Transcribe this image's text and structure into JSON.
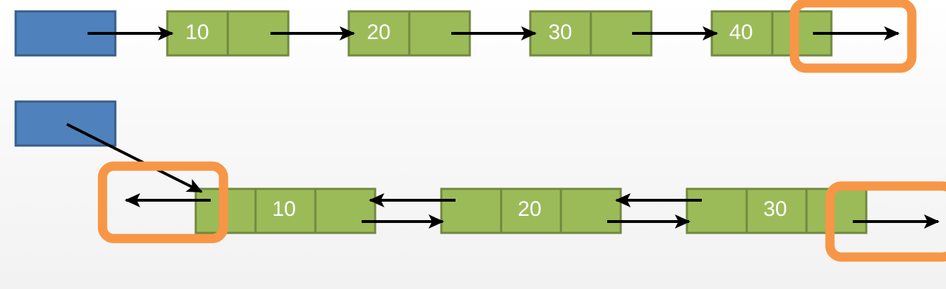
{
  "colors": {
    "head_fill": "#4f81bd",
    "head_border": "#385d8a",
    "node_fill": "#9bbb59",
    "node_border": "#71893f",
    "node_text": "#ffffff",
    "arrow": "#000000",
    "highlight": "#f79646"
  },
  "singly_list": {
    "nodes": [
      {
        "value": "10"
      },
      {
        "value": "20"
      },
      {
        "value": "30"
      },
      {
        "value": "40"
      }
    ]
  },
  "doubly_list": {
    "nodes": [
      {
        "value": "10"
      },
      {
        "value": "20"
      },
      {
        "value": "30"
      }
    ]
  }
}
